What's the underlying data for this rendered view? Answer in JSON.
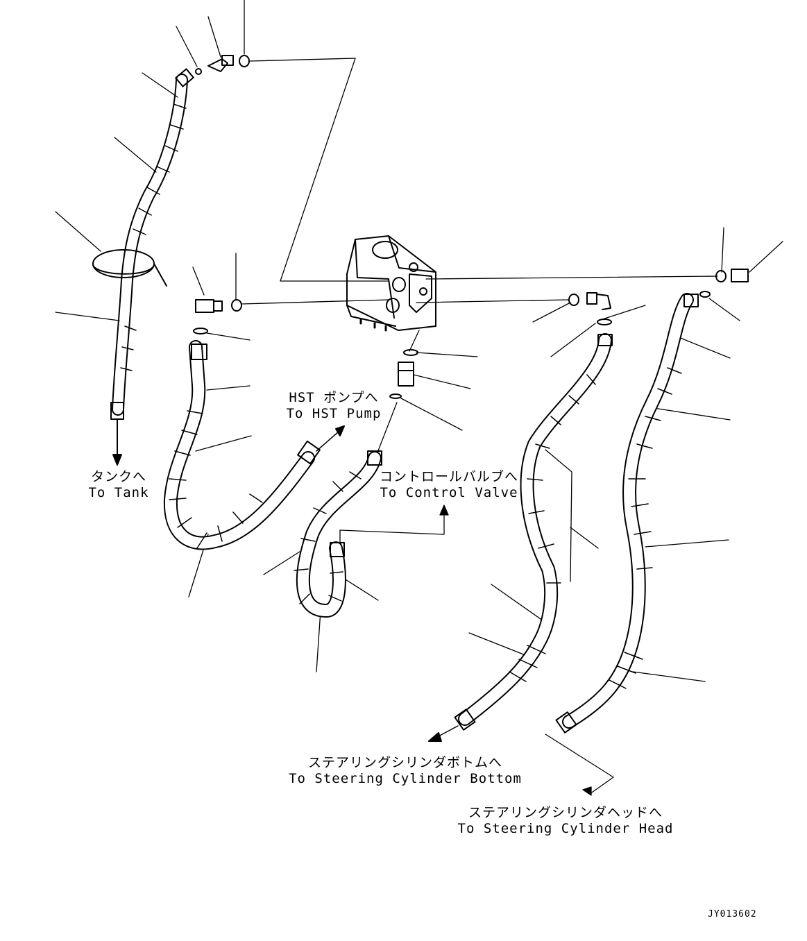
{
  "labels": {
    "tank_jp": "タンクへ",
    "tank_en": "To Tank",
    "hst_jp": "HST ポンプへ",
    "hst_en": "To HST Pump",
    "control_jp": "コントロールバルブへ",
    "control_en": "To Control Valve",
    "bottom_jp": "ステアリングシリンダボトムへ",
    "bottom_en": "To Steering Cylinder Bottom",
    "head_jp": "ステアリングシリンダヘッドへ",
    "head_en": "To Steering Cylinder Head"
  },
  "drawing_code": "JY013602",
  "colors": {
    "line": "#000000",
    "background": "#ffffff"
  }
}
